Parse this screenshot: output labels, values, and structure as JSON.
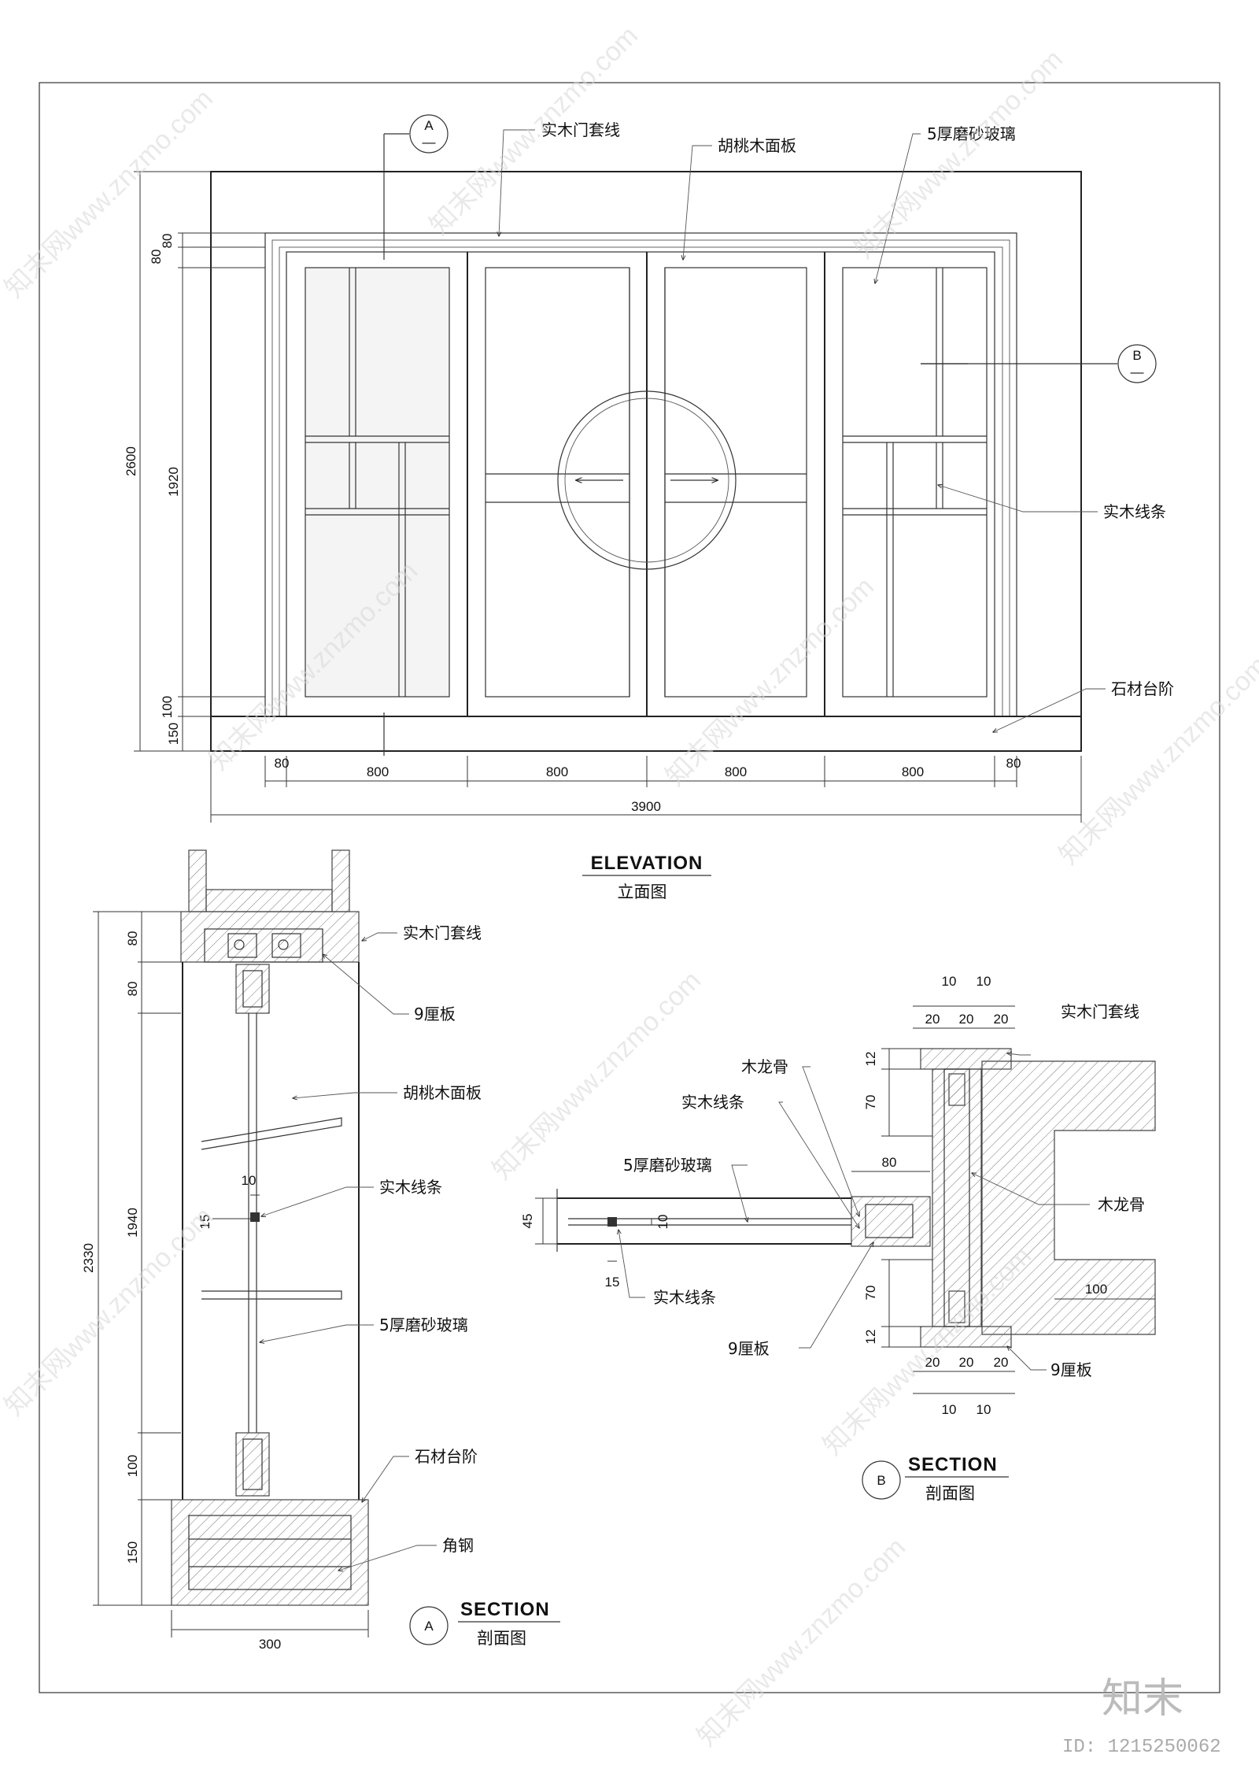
{
  "elevation": {
    "title": "ELEVATION",
    "subtitle": "立面图",
    "labels": {
      "door_casing": "实木门套线",
      "walnut_panel": "胡桃木面板",
      "frosted_glass": "5厚磨砂玻璃",
      "wood_strip": "实木线条",
      "stone_step": "石材台阶"
    },
    "markers": {
      "a_letter": "A",
      "b_letter": "B",
      "dash": "—"
    },
    "dims": {
      "total_height": "2600",
      "top_1": "80",
      "top_2": "80",
      "door_height": "1920",
      "bottom_100": "100",
      "bottom_150": "150",
      "left_80": "80",
      "panel_1": "800",
      "panel_2": "800",
      "panel_3": "800",
      "panel_4": "800",
      "right_80": "80",
      "total_width": "3900"
    }
  },
  "section_a": {
    "title": "SECTION",
    "subtitle": "剖面图",
    "marker": "A",
    "labels": {
      "door_casing": "实木门套线",
      "plywood": "9厘板",
      "walnut_panel": "胡桃木面板",
      "wood_strip": "实木线条",
      "frosted_glass": "5厚磨砂玻璃",
      "stone_step": "石材台阶",
      "angle_steel": "角钢"
    },
    "dims": {
      "top_80": "80",
      "second_80": "80",
      "height_1940": "1940",
      "total_2330": "2330",
      "bottom_100": "100",
      "bottom_150": "150",
      "strip_10": "10",
      "strip_15": "15",
      "width_300": "300"
    }
  },
  "section_b": {
    "title": "SECTION",
    "subtitle": "剖面图",
    "marker": "B",
    "labels": {
      "door_casing": "实木门套线",
      "wood_keel_top": "木龙骨",
      "wood_strip_top": "实木线条",
      "frosted_glass": "5厚磨砂玻璃",
      "wood_keel_right": "木龙骨",
      "wood_strip_bottom": "实木线条",
      "plywood_bottom": "9厘板",
      "plywood_right": "9厘板"
    },
    "dims": {
      "top_10a": "10",
      "top_10b": "10",
      "top_20a": "20",
      "top_20b": "20",
      "top_20c": "20",
      "dim_12_top": "12",
      "dim_70_top": "70",
      "dim_80": "80",
      "dim_45": "45",
      "dim_10_glass": "10",
      "dim_15": "15",
      "dim_70_bottom": "70",
      "dim_12_bottom": "12",
      "bottom_20a": "20",
      "bottom_20b": "20",
      "bottom_20c": "20",
      "bottom_10a": "10",
      "bottom_10b": "10",
      "dim_100": "100"
    }
  },
  "watermarks": {
    "site_text": "知末网www.znzmo.com",
    "brand": "知末",
    "id_text": "ID: 1215250062"
  }
}
